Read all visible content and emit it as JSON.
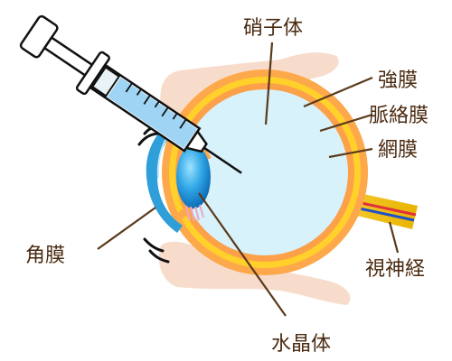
{
  "labels": {
    "vitreous": "硝子体",
    "sclera": "強膜",
    "choroid": "脈絡膜",
    "retina": "網膜",
    "optic_nerve": "視神経",
    "cornea": "角膜",
    "lens": "水晶体"
  },
  "colors": {
    "skin": "#f8dccb",
    "eye_fill": "#d8f2fb",
    "sclera_ring": "#fda84a",
    "choroid_ring": "#ffd12a",
    "cornea_blue": "#2e9fd8",
    "lens_blue": "#1e8fd0",
    "leader_line": "#5a3a1a",
    "label_text": "#4a2a10",
    "liquid": "#9fd4f5",
    "nerve_yellow": "#f1c400",
    "nerve_red": "#e0303a",
    "nerve_blue": "#2050c8"
  }
}
